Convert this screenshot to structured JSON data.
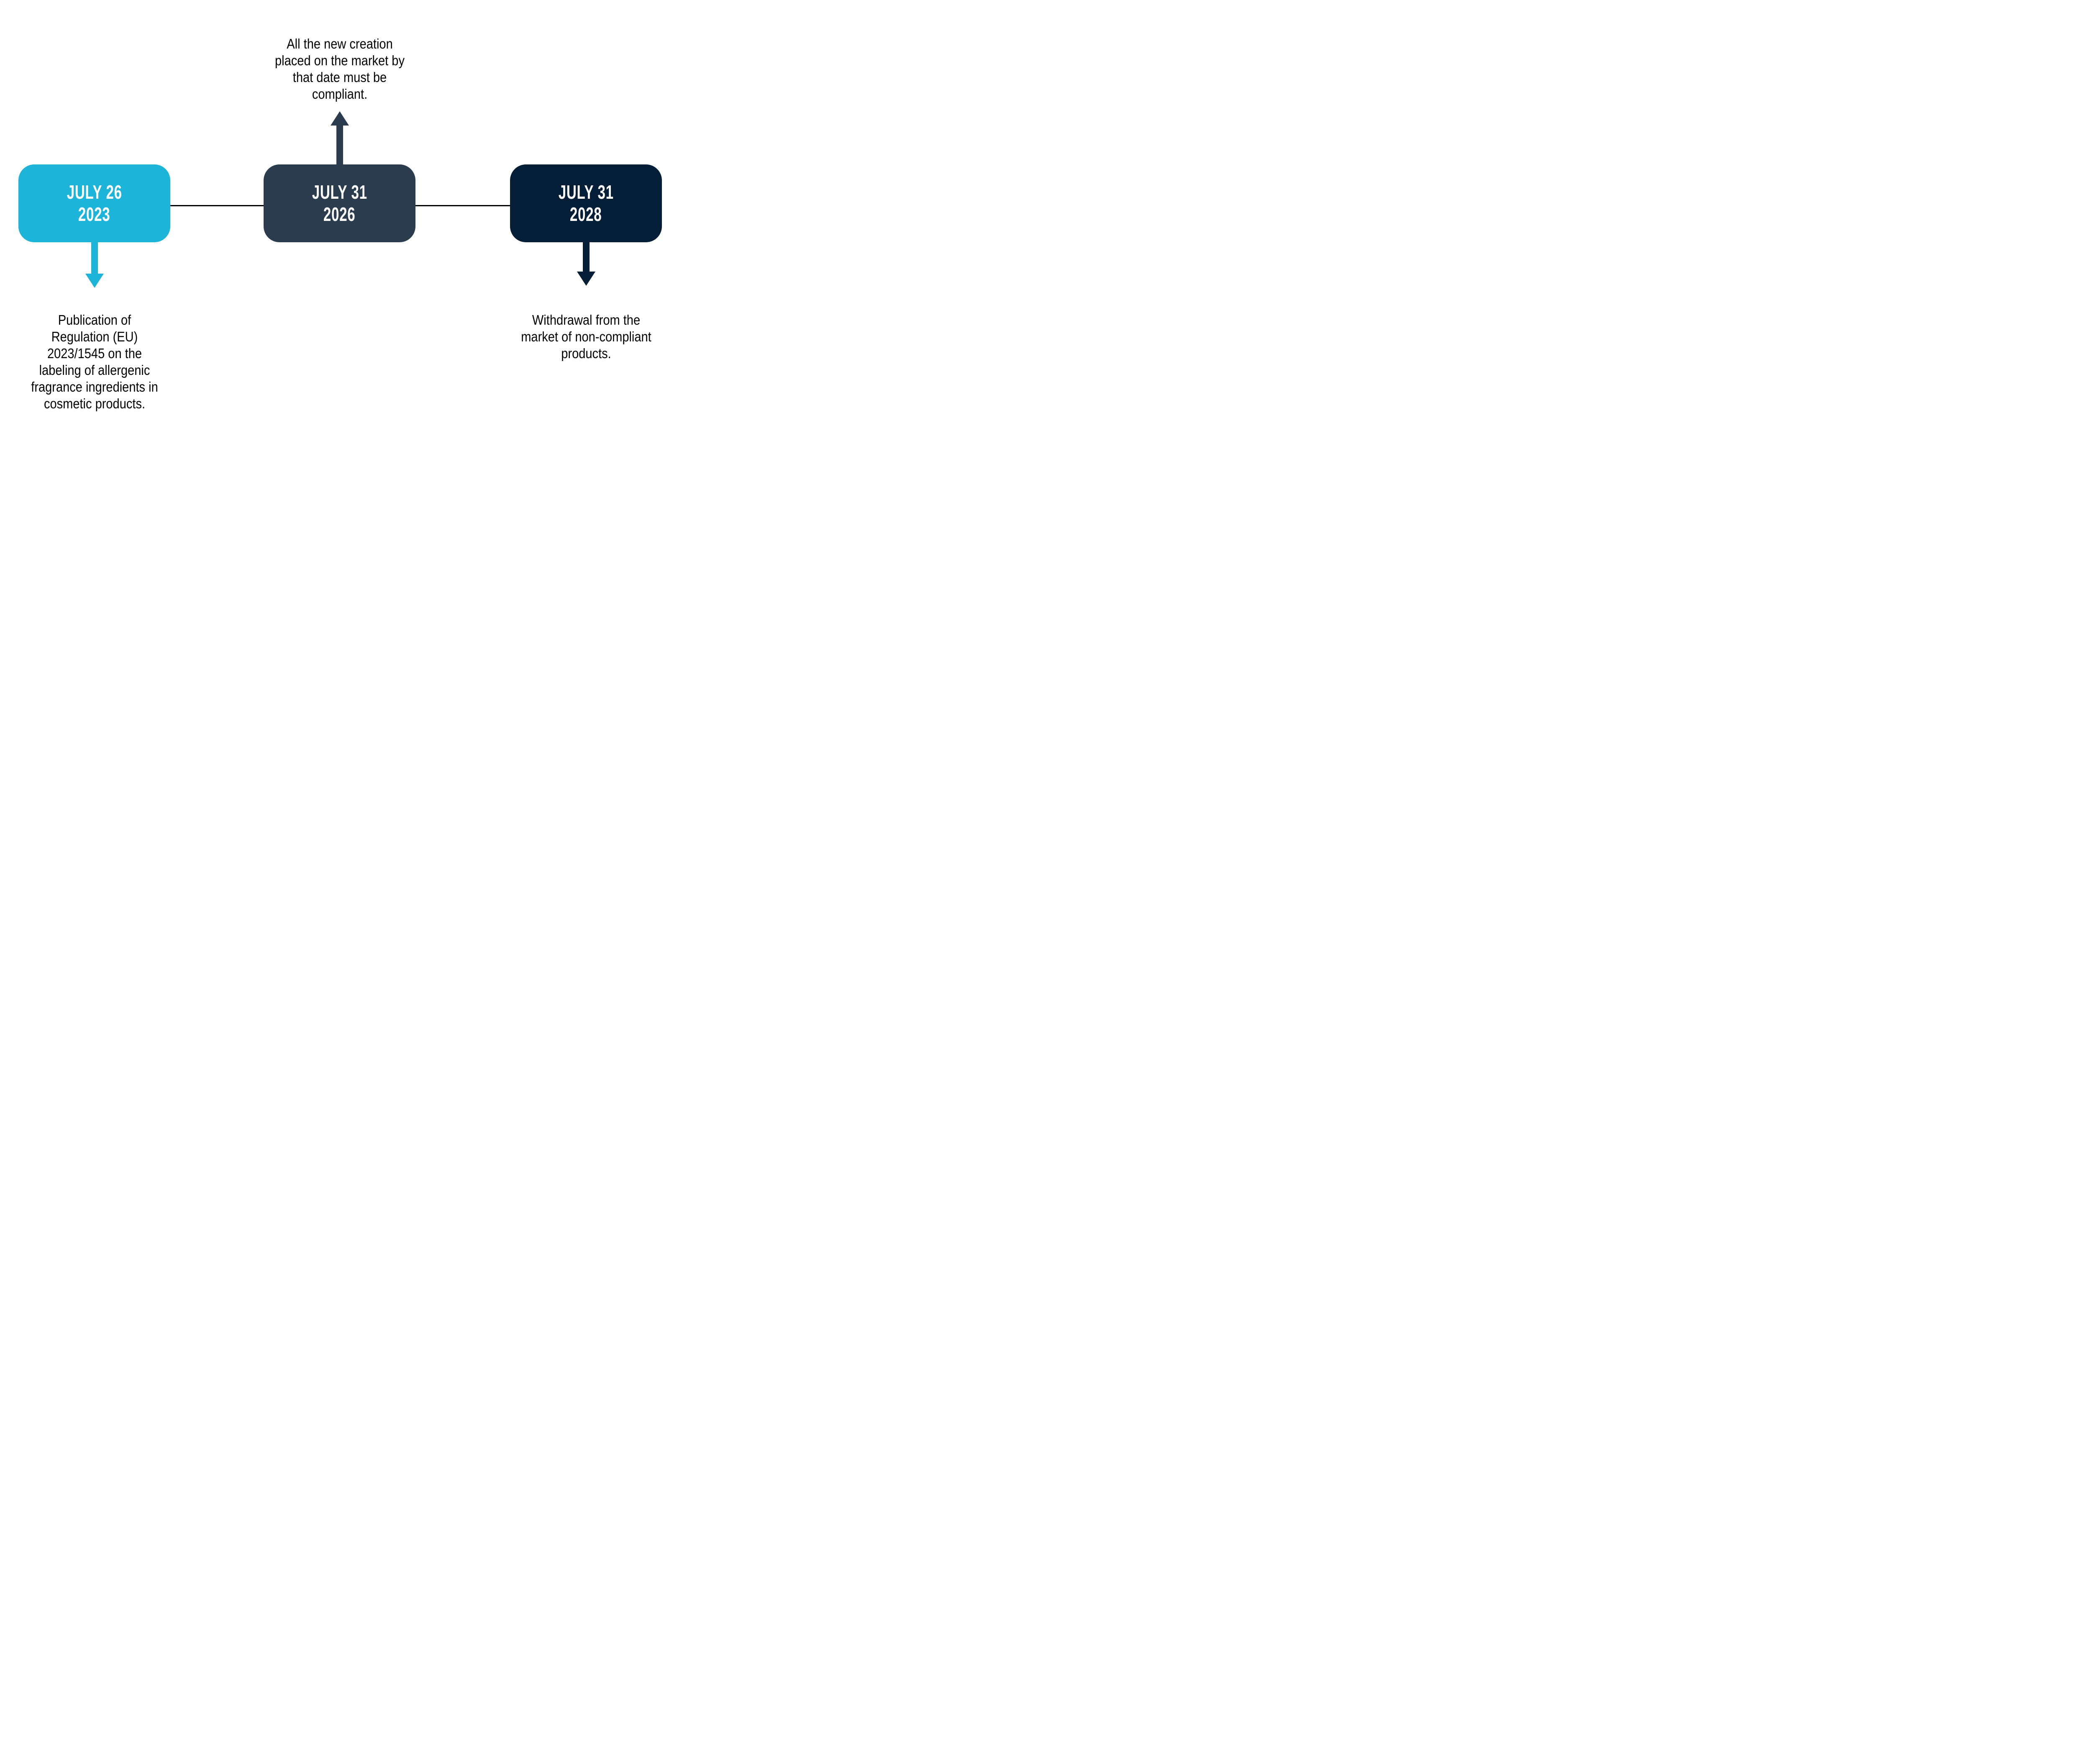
{
  "background_color": "#FFFFFF",
  "text_color": "#000000",
  "connector": {
    "color": "#000000"
  },
  "events": [
    {
      "date_line1": "JULY 26",
      "date_line2": "2023",
      "date_text_color": "#FFFFFF",
      "box_color": "#1CB5D9",
      "arrow_direction": "down",
      "description": "Publication of Regulation (EU) 2023/1545 on the labeling of allergenic fragrance ingredients in cosmetic products.",
      "description_lines": [
        "Publication of",
        "Regulation (EU)",
        "2023/1545 on the",
        "labeling of allergenic",
        "fragrance ingredients in",
        "cosmetic products."
      ]
    },
    {
      "date_line1": "JULY 31",
      "date_line2": "2026",
      "date_text_color": "#FFFFFF",
      "box_color": "#2A3C4E",
      "arrow_direction": "up",
      "description": "All the new creation placed on the market by that date must be compliant.",
      "description_lines": [
        "All the new creation",
        "placed on the market by",
        "that date must be",
        "compliant."
      ]
    },
    {
      "date_line1": "JULY 31",
      "date_line2": "2028",
      "date_text_color": "#FFFFFF",
      "box_color": "#041E38",
      "arrow_direction": "down",
      "description": "Withdrawal from the market of non-compliant products.",
      "description_lines": [
        "Withdrawal from the",
        "market of non-compliant",
        "products."
      ]
    }
  ]
}
